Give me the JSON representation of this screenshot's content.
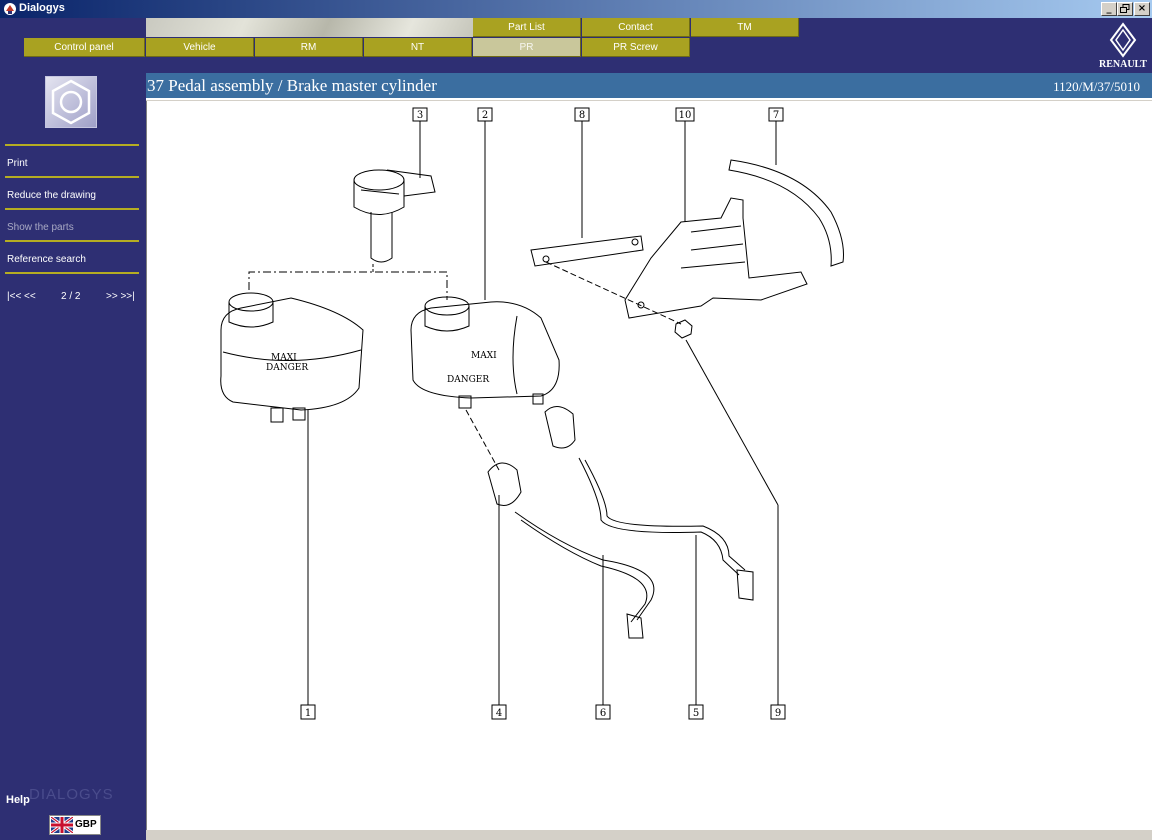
{
  "window": {
    "title": "Dialogys"
  },
  "header": {
    "tabs_top": [
      "Part List",
      "Contact",
      "TM"
    ],
    "tabs_bottom": [
      "Control panel",
      "Vehicle",
      "RM",
      "NT",
      "PR",
      "PR Screw"
    ],
    "active_tab": "PR",
    "logo_text": "RENAULT"
  },
  "sidebar": {
    "menu": [
      {
        "label": "Print",
        "enabled": true
      },
      {
        "label": "Reduce the drawing",
        "enabled": true
      },
      {
        "label": "Show the parts",
        "enabled": false
      },
      {
        "label": "Reference search",
        "enabled": true
      }
    ],
    "pager": {
      "first_prev": "|<< <<",
      "page": "2 / 2",
      "next_last": ">> >>|"
    },
    "help_label": "Help",
    "brand": "DIALOGYS",
    "language": "GBP"
  },
  "page": {
    "title": "37 Pedal assembly / Brake master cylinder",
    "reference": "1120/M/37/5010"
  },
  "drawing": {
    "callouts_top": [
      "3",
      "2",
      "8",
      "10",
      "7"
    ],
    "callouts_bottom": [
      "1",
      "4",
      "6",
      "5",
      "9"
    ],
    "labels": {
      "maxi": "MAXI",
      "danger": "DANGER"
    }
  },
  "colors": {
    "navy": "#2e2f73",
    "olive": "#a9a221",
    "title_blue": "#3b6ea0"
  }
}
